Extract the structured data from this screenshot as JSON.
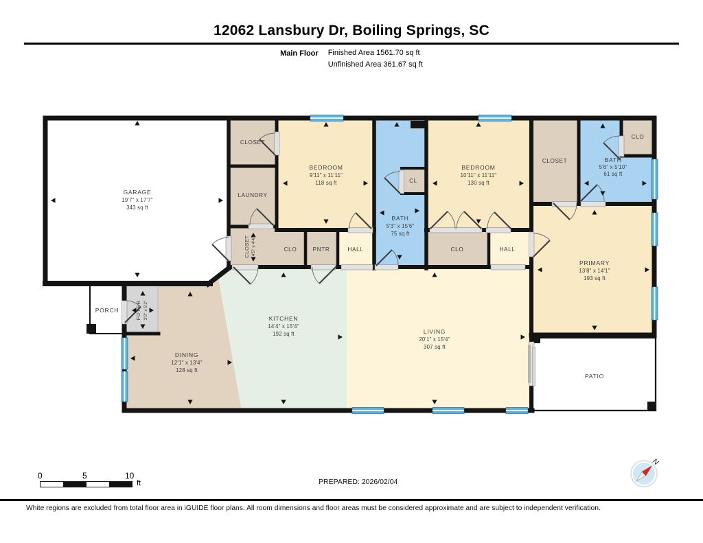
{
  "header": {
    "title": "12062 Lansbury Dr, Boiling Springs, SC",
    "floor_label": "Main Floor",
    "finished_area": "Finished Area 1561.70 sq ft",
    "unfinished_area": "Unfinished Area 361.67 sq ft"
  },
  "rooms": {
    "garage": {
      "name": "GARAGE",
      "dims": "19'7\" x 17'7\"",
      "area": "343 sq ft"
    },
    "closet_top": {
      "name": "CLOSET"
    },
    "laundry": {
      "name": "LAUNDRY"
    },
    "closet_hall": {
      "name": "CLOSET",
      "dims": "4'5\" x 4'4\""
    },
    "bedroom1": {
      "name": "BEDROOM",
      "dims": "9'11\" x 11'11\"",
      "area": "118 sq ft"
    },
    "clo1": {
      "name": "CLO"
    },
    "pntr": {
      "name": "PNTR"
    },
    "hall1": {
      "name": "HALL"
    },
    "bath_center": {
      "name": "BATH",
      "dims": "5'3\" x 15'6\"",
      "area": "75 sq ft"
    },
    "cl": {
      "name": "CL"
    },
    "bedroom2": {
      "name": "BEDROOM",
      "dims": "10'11\" x 11'11\"",
      "area": "130 sq ft"
    },
    "clo2": {
      "name": "CLO"
    },
    "hall2": {
      "name": "HALL"
    },
    "closet_primary": {
      "name": "CLOSET"
    },
    "bath_primary": {
      "name": "BATH",
      "dims": "5'6\" x 5'10\"",
      "area": "61 sq ft"
    },
    "clo_bath": {
      "name": "CLO"
    },
    "primary": {
      "name": "PRIMARY",
      "dims": "13'8\" x 14'1\"",
      "area": "193 sq ft"
    },
    "patio": {
      "name": "PATIO"
    },
    "porch": {
      "name": "PORCH"
    },
    "foyer": {
      "name": "FOYER",
      "dims": "3'2\" x 5'2\""
    },
    "dining": {
      "name": "DINING",
      "dims": "12'1\" x 13'4\"",
      "area": "128 sq ft"
    },
    "kitchen": {
      "name": "KITCHEN",
      "dims": "14'4\" x 15'4\"",
      "area": "192 sq ft"
    },
    "living": {
      "name": "LIVING",
      "dims": "20'1\" x 15'4\"",
      "area": "307 sq ft"
    }
  },
  "scale_bar": {
    "tick_0": "0",
    "tick_5": "5",
    "tick_10": "10",
    "unit": "ft"
  },
  "prepared_label": "PREPARED: 2026/02/04",
  "compass": {
    "north_label": "N"
  },
  "footer": {
    "disclaimer": "White regions are excluded from total floor area in iGUIDE floor plans. All room dimensions and floor areas must be considered approximate and are subject to independent verification."
  },
  "colors": {
    "room_cream": "#f9e9c5",
    "hall_cream": "#fdf4d9",
    "closet_tan": "#ddd0bf",
    "bath_blue": "#a9d3f1",
    "kitchen_green": "#e6efe6",
    "dining_tan": "#e1d3bf",
    "foyer_gray": "#d6d6d6",
    "window_blue": "#5fb0dd",
    "wall_black": "#141414",
    "compass_red": "#d62718"
  }
}
